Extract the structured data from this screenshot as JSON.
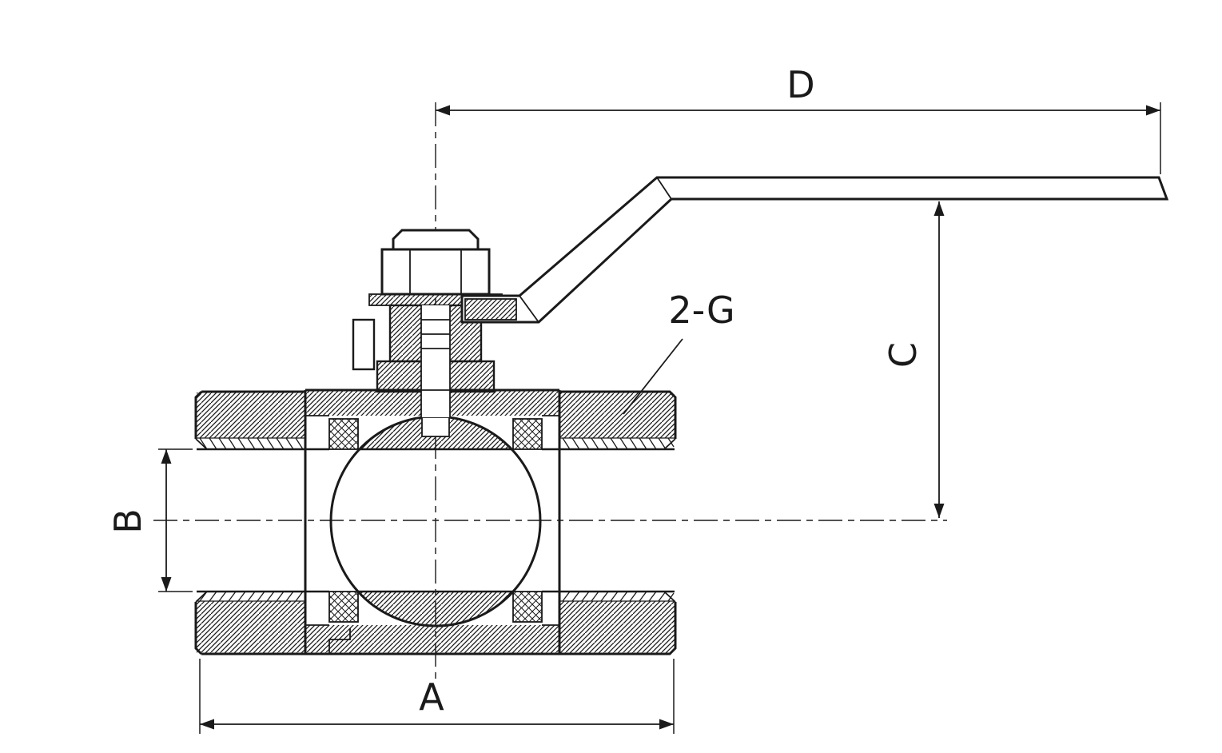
{
  "page": {
    "background": "#ffffff"
  },
  "drawing": {
    "subject": "Ball valve cross-section technical drawing with lever handle",
    "line_color": "#1a1a1a"
  },
  "dimensions": {
    "a": "A",
    "b": "B",
    "c": "C",
    "d": "D"
  },
  "annotations": {
    "thread": "2-G"
  }
}
